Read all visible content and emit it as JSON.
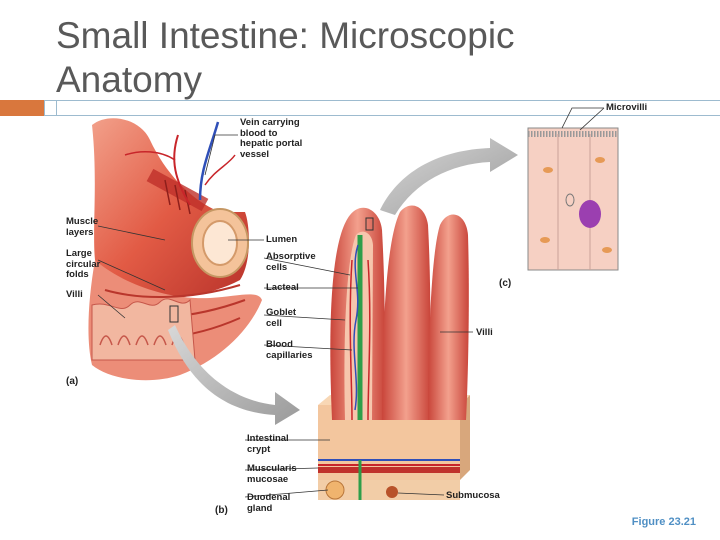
{
  "slide": {
    "title": "Small Intestine: Microscopic Anatomy",
    "figure_ref": "Figure 23.21"
  },
  "panels": {
    "a": "(a)",
    "b": "(b)",
    "c": "(c)"
  },
  "labels": {
    "vein": "Vein carrying\nblood to\nhepatic portal\nvessel",
    "muscle_layers": "Muscle\nlayers",
    "lumen": "Lumen",
    "circular_folds": "Large\ncircular\nfolds",
    "villi_a": "Villi",
    "microvilli": "Microvilli",
    "absorptive_cells": "Absorptive\ncells",
    "lacteal": "Lacteal",
    "goblet_cell": "Goblet\ncell",
    "blood_capillaries": "Blood\ncapillaries",
    "villi_b": "Villi",
    "intestinal_crypt": "Intestinal\ncrypt",
    "muscularis_mucosae": "Muscularis\nmucosae",
    "duodenal_gland": "Duodenal\ngland",
    "submucosa": "Submucosa"
  }
}
